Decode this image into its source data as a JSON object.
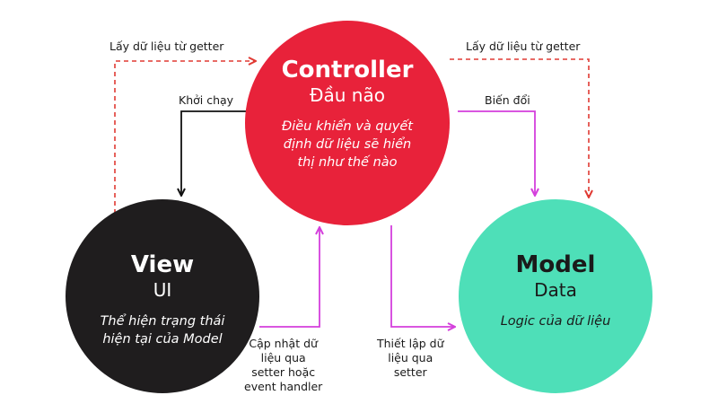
{
  "colors": {
    "controller": "#e8223a",
    "view": "#1f1d1e",
    "model": "#4edfb8",
    "dashed_arrow": "#e03a33",
    "magenta_arrow": "#d43fdc",
    "black_arrow": "#111111"
  },
  "nodes": {
    "controller": {
      "title": "Controller",
      "subtitle": "Đầu não",
      "description": "Điều khiển và quyết định dữ liệu sẽ hiển thị như thế nào"
    },
    "view": {
      "title": "View",
      "subtitle": "UI",
      "description": "Thể hiện trạng thái hiện tại của Model"
    },
    "model": {
      "title": "Model",
      "subtitle": "Data",
      "description": "Logic của dữ liệu"
    }
  },
  "edges": {
    "view_get": "Lấy dữ liệu từ getter",
    "model_get": "Lấy dữ liệu từ getter",
    "start": "Khởi chạy",
    "transform": "Biến đổi",
    "update": "Cập nhật dữ\nliệu qua\nsetter hoặc\nevent handler",
    "set": "Thiết lập dữ\nliệu qua\nsetter"
  }
}
